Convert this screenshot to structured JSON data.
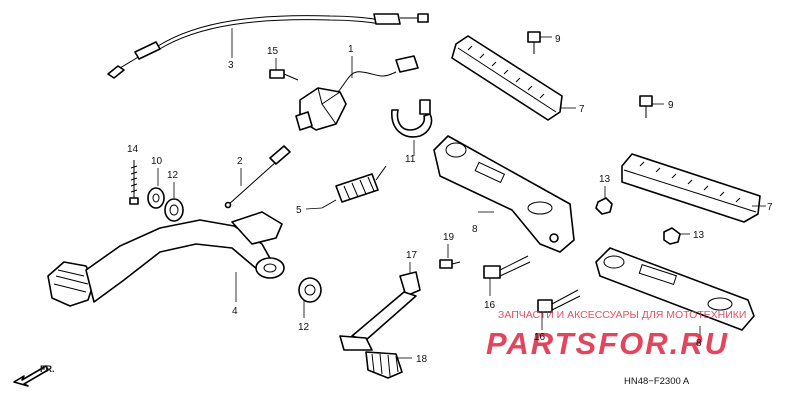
{
  "callouts": {
    "c1": "1",
    "c2": "2",
    "c3": "3",
    "c4": "4",
    "c5": "5",
    "c7a": "7",
    "c7b": "7",
    "c8a": "8",
    "c8b": "8",
    "c9a": "9",
    "c9b": "9",
    "c10": "10",
    "c11": "11",
    "c12a": "12",
    "c12b": "12",
    "c13a": "13",
    "c13b": "13",
    "c14": "14",
    "c15": "15",
    "c16a": "16",
    "c16b": "16",
    "c17": "17",
    "c18": "18",
    "c19": "19"
  },
  "front_label": "FR.",
  "diagram_code": "HN48−F2300 A",
  "watermark": {
    "tagline": "ЗАПЧАСТИ И АКСЕССУАРЫ ДЛЯ МОТОТЕХНИКИ",
    "brand": "PARTSFOR.RU",
    "color": "#e0314b"
  }
}
